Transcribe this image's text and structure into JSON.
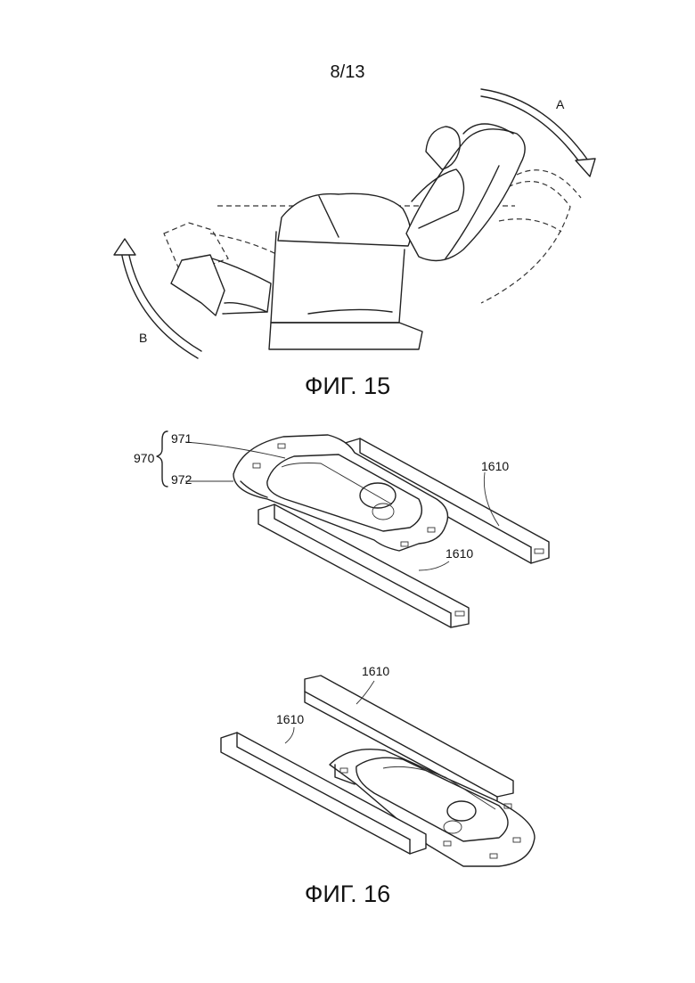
{
  "page_number": "8/13",
  "figures": [
    {
      "caption": "ФИГ. 15",
      "labels": {
        "arrow_a": "A",
        "arrow_b": "B"
      }
    },
    {
      "caption": "ФИГ. 16",
      "labels": {
        "assembly": "970",
        "upper_part": "971",
        "lower_part": "972",
        "rail_right": "1610",
        "rail_left": "1610",
        "rail_top": "1610",
        "rail_bottom_left": "1610"
      }
    }
  ]
}
